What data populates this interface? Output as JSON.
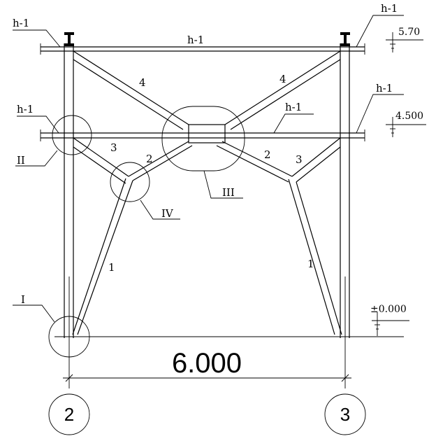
{
  "labels": {
    "beam": "h-1",
    "brace_1": "1",
    "brace_2": "2",
    "brace_3": "3",
    "brace_4": "4",
    "node_I": "I",
    "node_II": "II",
    "node_III": "III",
    "node_IV": "IV"
  },
  "elevations": {
    "top": "5.70",
    "middle": "4.500",
    "base": "±0.000"
  },
  "dimension": {
    "span": "6.000"
  },
  "axes": {
    "left": "2",
    "right": "3"
  }
}
